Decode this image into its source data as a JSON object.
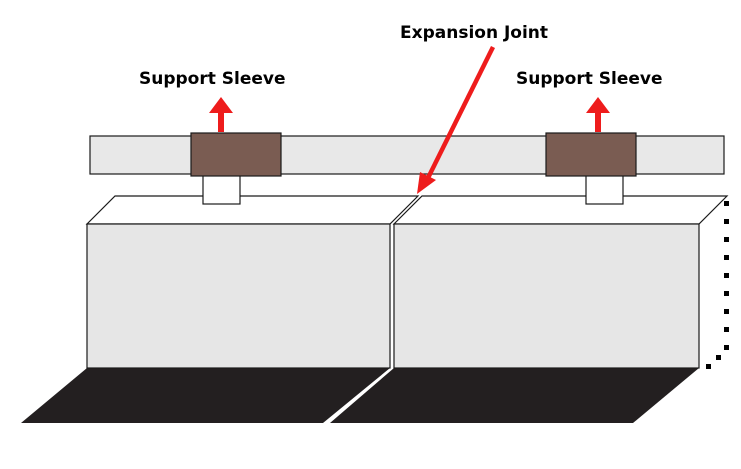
{
  "labels": {
    "expansion_joint": "Expansion Joint",
    "support_sleeve_left": "Support Sleeve",
    "support_sleeve_right": "Support Sleeve"
  },
  "colors": {
    "pipe_fill": "#e8e8e8",
    "sleeve_fill": "#7a5c52",
    "arrow": "#ee1c1c",
    "block_face": "#e6e6e6",
    "block_top": "#ffffff",
    "base": "#231f20",
    "outline": "#1a1a1a"
  }
}
